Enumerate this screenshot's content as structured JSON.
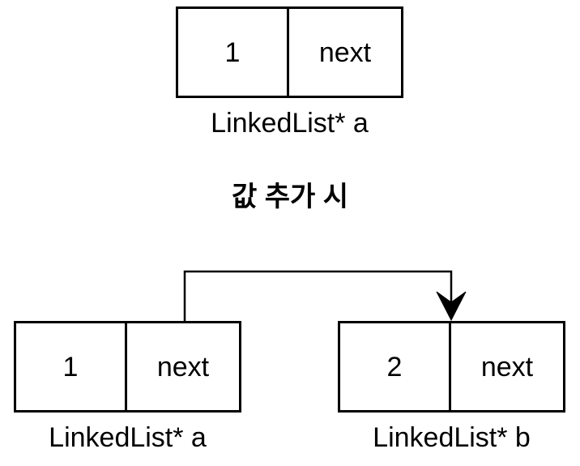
{
  "title": {
    "text": "값 추가 시"
  },
  "diagram": {
    "top_node": {
      "value": "1",
      "pointer_label": "next",
      "label": "LinkedList* a"
    },
    "node_a": {
      "value": "1",
      "pointer_label": "next",
      "label": "LinkedList* a"
    },
    "node_b": {
      "value": "2",
      "pointer_label": "next",
      "label": "LinkedList* b"
    },
    "arrow": {
      "name": "a-next-to-b-arrow",
      "from": "node_a.pointer",
      "to": "node_b.top"
    }
  },
  "colors": {
    "stroke": "#000000",
    "text": "#000000",
    "background": "#ffffff"
  }
}
